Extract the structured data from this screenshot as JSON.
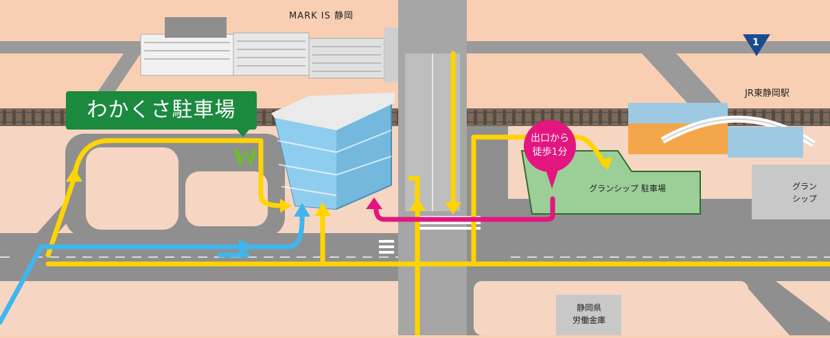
{
  "title": "わかくさ駐車場",
  "labels": {
    "mark_is": "MARK IS 静岡",
    "jr_station": "JR東静岡駅",
    "granship_parking": "グランシップ 駐車場",
    "granship_line1": "グラン",
    "granship_line2": "シップ",
    "shinkin_line1": "静岡県",
    "shinkin_line2": "労働金庫",
    "walk_line1": "出口から",
    "walk_line2": "徒歩1分",
    "route_sign": "1",
    "logo_letter": "W"
  },
  "colors": {
    "background": "#f9cfb3",
    "road": "#8f8f8f",
    "route_yellow": "#ffd400",
    "route_blue": "#3fb6ee",
    "route_pink": "#e4157f",
    "title_green": "#1b8a3e",
    "parking_green": "#9ccf97"
  }
}
